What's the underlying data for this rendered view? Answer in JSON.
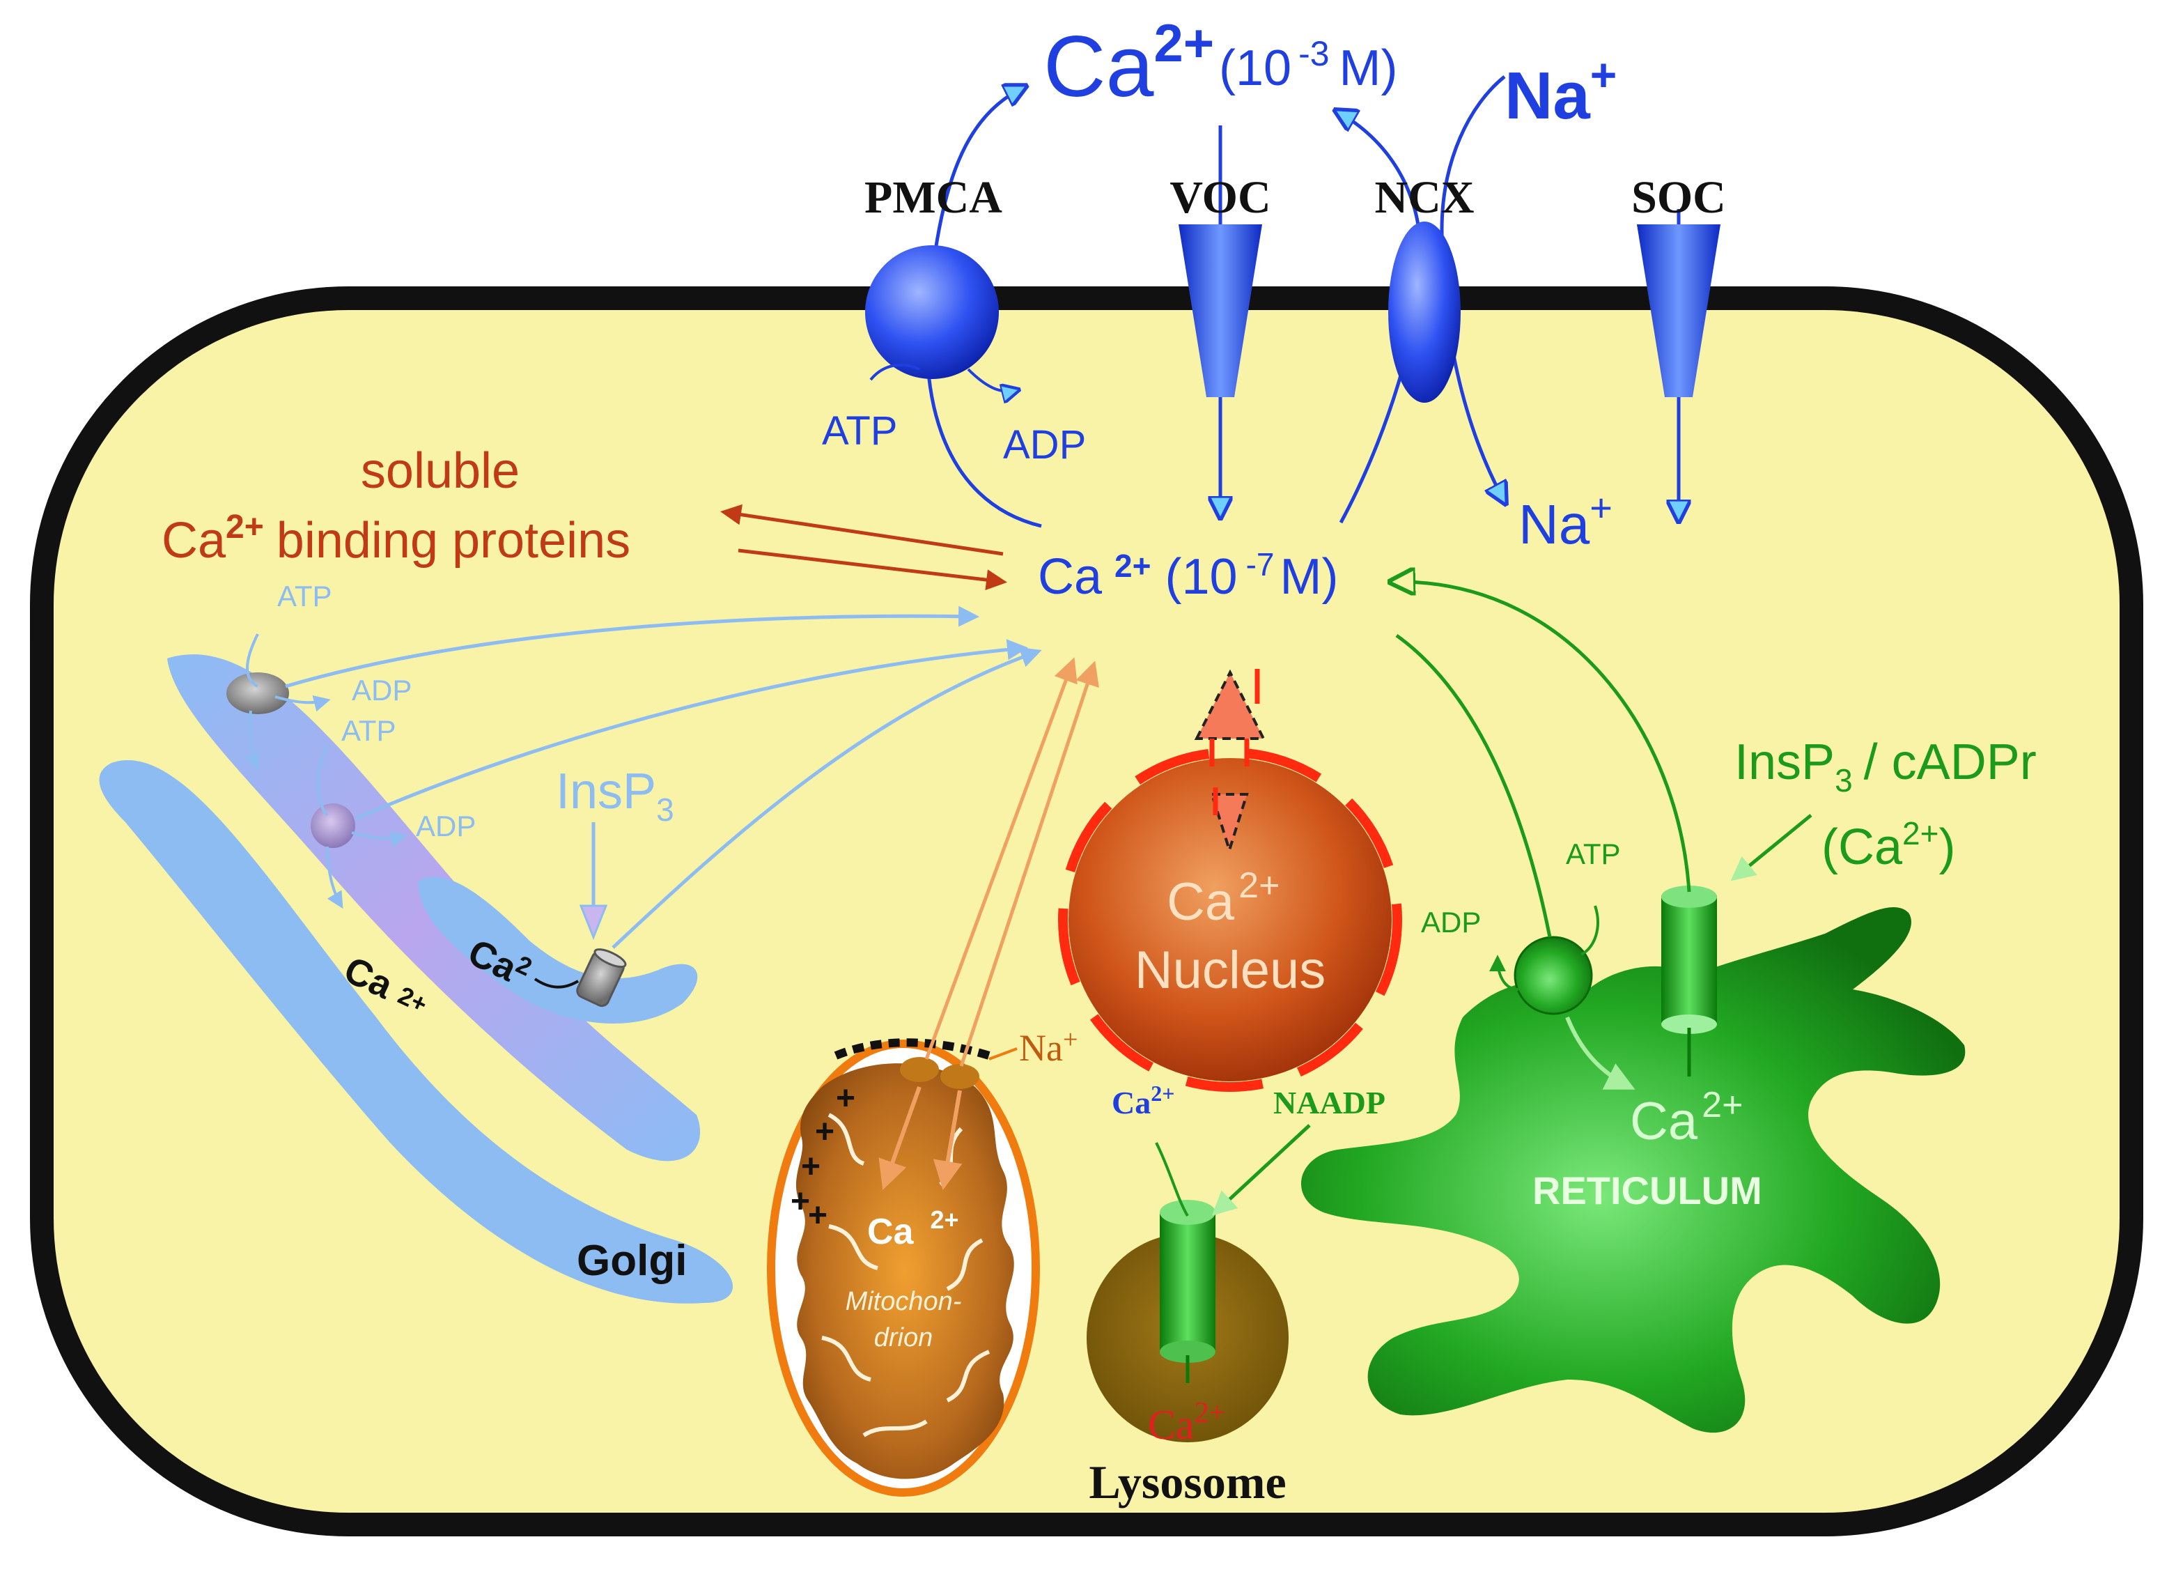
{
  "extracellular": {
    "ca_base": "Ca",
    "ca_charge": "2+",
    "ca_conc": "(10",
    "ca_conc_exp": "-3",
    "ca_conc_unit": "M)",
    "na_base": "Na",
    "na_charge": "+"
  },
  "channels": {
    "pmca": "PMCA",
    "voc": "VOC",
    "ncx": "NCX",
    "soc": "SOC"
  },
  "pmca_energy": {
    "atp": "ATP",
    "adp": "ADP"
  },
  "na_inside": {
    "base": "Na",
    "charge": "+"
  },
  "cytosol": {
    "ca_base": "Ca",
    "ca_charge": "2+",
    "conc_open": "(10",
    "conc_exp": "-7",
    "conc_unit": "M)"
  },
  "binding_proteins": {
    "line1": "soluble",
    "line2_base": "Ca",
    "line2_charge": "2+",
    "line2_rest": "binding proteins"
  },
  "golgi": {
    "atp_1": "ATP",
    "adp_1": "ADP",
    "atp_2": "ATP",
    "adp_2": "ADP",
    "insp3_base": "InsP",
    "insp3_sub": "3",
    "ca_inner_base": "Ca",
    "ca_inner_charge": "2+",
    "ca_small_base": "Ca",
    "ca_small_charge": "2",
    "label": "Golgi"
  },
  "nucleus": {
    "ca_base": "Ca",
    "ca_charge": "2+",
    "label": "Nucleus"
  },
  "mitochondrion": {
    "na_base": "Na",
    "na_charge": "+",
    "ca_base": "Ca",
    "ca_charge": "2+",
    "label_line1": "Mitochon-",
    "label_line2": "drion",
    "plus_signs": [
      "+",
      "+",
      "+",
      "+",
      "+"
    ]
  },
  "lysosome": {
    "ca_left_base": "Ca",
    "ca_left_charge": "2+",
    "naadp": "NAADP",
    "ca_inner_base": "Ca",
    "ca_inner_charge": "2+",
    "label": "Lysosome"
  },
  "reticulum": {
    "atp": "ATP",
    "adp": "ADP",
    "agonist_line1_base": "InsP",
    "agonist_line1_sub": "3",
    "agonist_line1_rest": "/ cADPr",
    "agonist_line2_open": "(Ca",
    "agonist_line2_charge": "2+",
    "agonist_line2_close": ")",
    "ca_base": "Ca",
    "ca_charge": "2+",
    "label": "RETICULUM"
  },
  "colors": {
    "cytoplasm": "#f8f3a6",
    "membrane": "#111111",
    "transport_blue": "#1f3fe0",
    "golgi_blue": "#8cbcf2",
    "reticulum_green": "#1c9a1c",
    "binding_red": "#c03a16",
    "mito_orange": "#f0901a",
    "nucleus_red": "#c8420c"
  }
}
